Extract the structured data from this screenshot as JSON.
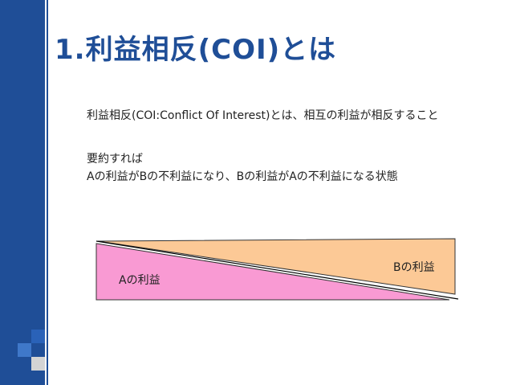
{
  "slide": {
    "title": "1.利益相反(COI)とは",
    "intro": "利益相反(COI:Conflict Of Interest)とは、相互の利益が相反すること",
    "summary_lines": [
      "要約すれば",
      "Aの利益がBの不利益になり、Bの利益がAの不利益になる状態"
    ]
  },
  "diagram": {
    "label_a": "Aの利益",
    "label_b": "Bの利益",
    "color_a": "#f99ad3",
    "color_b": "#fcc996"
  },
  "theme": {
    "accent": "#1f4e97"
  }
}
